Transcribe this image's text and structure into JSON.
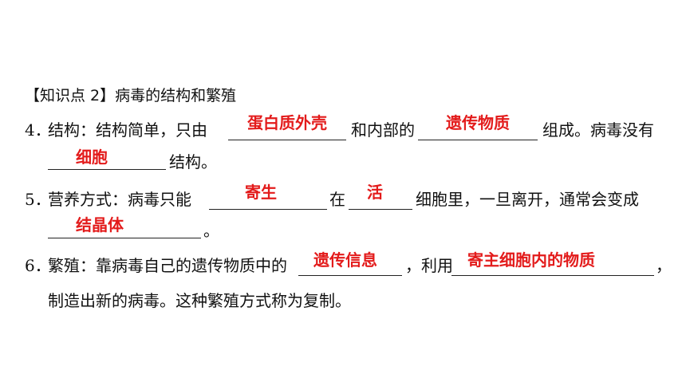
{
  "heading": {
    "text": "【知识点 2】病毒的结构和繁殖"
  },
  "items": {
    "q4": {
      "num": "4．",
      "t1": "结构：结构简单，只由",
      "t2": "和内部的",
      "t3": "组成。病毒没有",
      "t4": "结构。",
      "a1": "蛋白质外壳",
      "a2": "遗传物质",
      "a3": "细胞"
    },
    "q5": {
      "num": "5．",
      "t1": "营养方式：病毒只能",
      "t2": "在",
      "t3": "细胞里，一旦离开，通常会变成",
      "t4": "。",
      "a1": "寄生",
      "a2": "活",
      "a3": "结晶体"
    },
    "q6": {
      "num": "6．",
      "t1": "繁殖：靠病毒自己的遗传物质中的",
      "t2": "，利用",
      "t3": "，",
      "t4": "制造出新的病毒。这种繁殖方式称为复制。",
      "a1": "遗传信息",
      "a2": "寄主细胞内的物质"
    }
  },
  "colors": {
    "answer": "#e31b1b",
    "text": "#111111",
    "background": "#ffffff"
  }
}
